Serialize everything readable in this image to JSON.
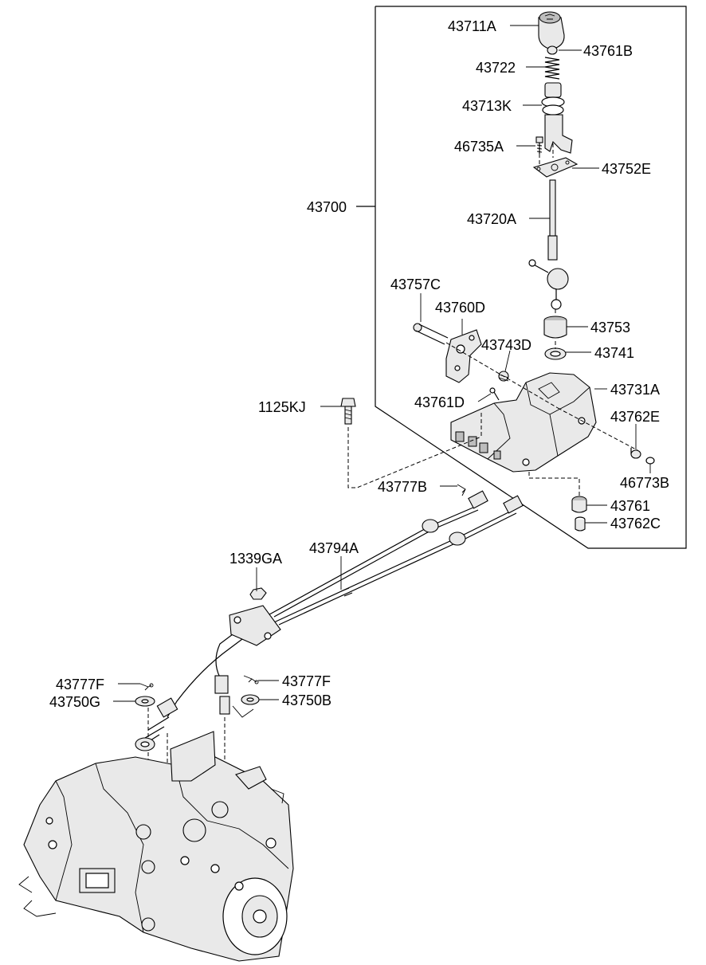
{
  "labels": {
    "p43711A": "43711A",
    "p43761B": "43761B",
    "p43722": "43722",
    "p43713K": "43713K",
    "p46735A": "46735A",
    "p43752E": "43752E",
    "p43700": "43700",
    "p43720A": "43720A",
    "p43757C": "43757C",
    "p43760D": "43760D",
    "p43753": "43753",
    "p43743D": "43743D",
    "p43741": "43741",
    "p43731A": "43731A",
    "p43761D": "43761D",
    "p1125KJ": "1125KJ",
    "p43762E": "43762E",
    "p46773B": "46773B",
    "p43777B": "43777B",
    "p43761": "43761",
    "p43762C": "43762C",
    "p43794A": "43794A",
    "p1339GA": "1339GA",
    "p43777F_left": "43777F",
    "p43777F_right": "43777F",
    "p43750G": "43750G",
    "p43750B": "43750B"
  }
}
